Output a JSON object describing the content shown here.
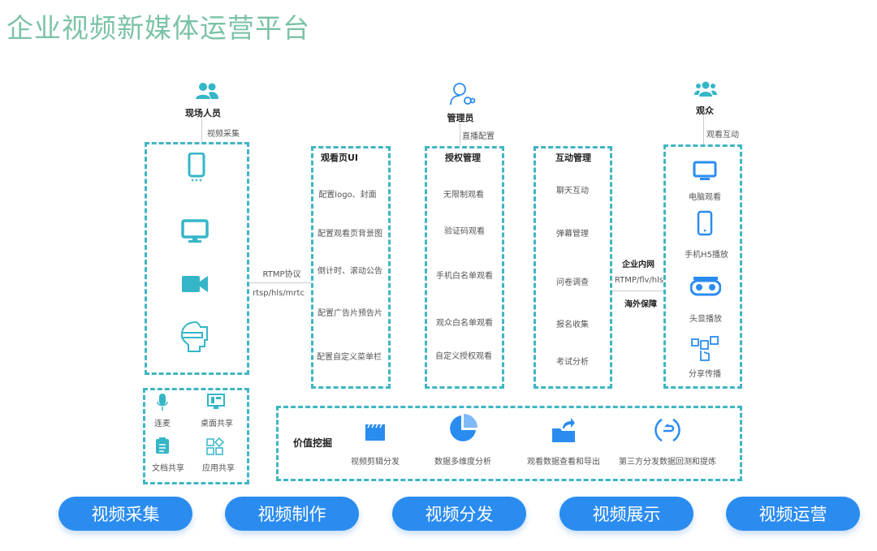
{
  "title": "企业视频新媒体运营平台",
  "roles": {
    "staff": "现场人员",
    "staff_action": "视频采集",
    "admin": "管理员",
    "admin_action": "直播配置",
    "audience": "观众",
    "audience_action": "观看互动"
  },
  "capture_tools": [
    {
      "label": "连麦",
      "icon": "microphone-icon"
    },
    {
      "label": "桌面共享",
      "icon": "desktop-share-icon"
    },
    {
      "label": "文档共享",
      "icon": "document-icon"
    },
    {
      "label": "应用共享",
      "icon": "apps-icon"
    }
  ],
  "protocol_in": {
    "line1": "RTMP协议",
    "line2": "rtsp/hls/mrtc"
  },
  "protocol_out": {
    "line1": "企业内网",
    "line2": "RTMP/flv/hls",
    "line3": "海外保障"
  },
  "watch_ui": {
    "title": "观看页UI",
    "items": [
      "配置logo、封面",
      "配置观看页背景图",
      "倒计时、滚动公告",
      "配置广告片预告片",
      "配置自定义菜单栏"
    ]
  },
  "auth": {
    "title": "授权管理",
    "items": [
      "无限制观看",
      "验证码观看",
      "手机白名单观看",
      "观众白名单观看",
      "自定义授权观看"
    ]
  },
  "interact": {
    "title": "互动管理",
    "items": [
      "聊天互动",
      "弹幕管理",
      "问卷调查",
      "报名收集",
      "考试分析"
    ]
  },
  "playback": [
    {
      "label": "电脑观看"
    },
    {
      "label": "手机H5播放"
    },
    {
      "label": "头显播放"
    },
    {
      "label": "分享传播"
    }
  ],
  "value": {
    "title": "价值挖掘",
    "items": [
      "视频剪辑分发",
      "数据多维度分析",
      "观看数据查看和导出",
      "第三方分发数据回测和提炼"
    ]
  },
  "stages": [
    "视频采集",
    "视频制作",
    "视频分发",
    "视频展示",
    "视频运营"
  ],
  "colors": {
    "accent": "#2b8cf0",
    "dashed": "#3fb6c3",
    "teal": "#35b6c8",
    "title": "#7cc3a6"
  }
}
